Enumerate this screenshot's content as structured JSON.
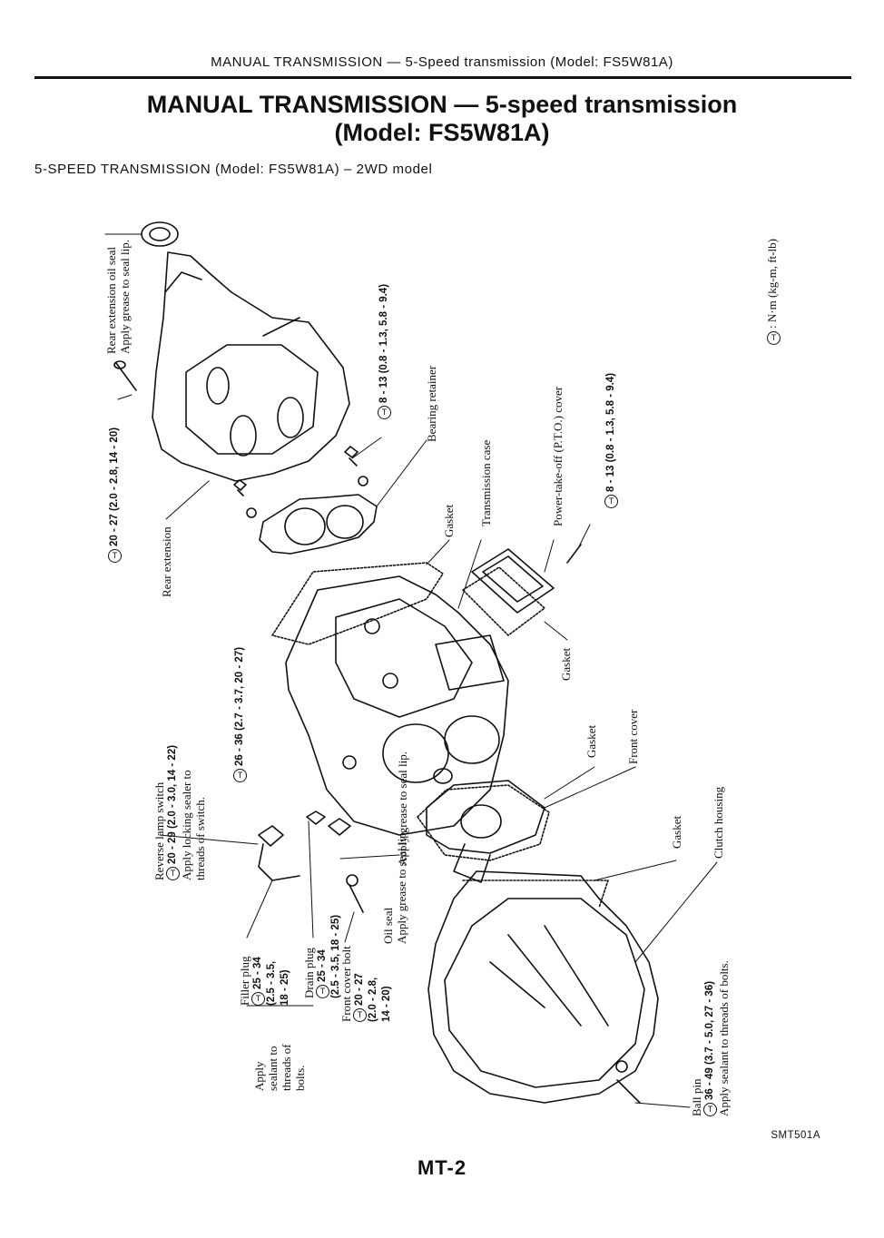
{
  "header": {
    "running_title": "MANUAL TRANSMISSION — 5-Speed transmission (Model: FS5W81A)"
  },
  "title": {
    "line1": "MANUAL TRANSMISSION — 5-speed transmission",
    "line2": "(Model: FS5W81A)"
  },
  "subtitle": "5-SPEED TRANSMISSION (Model: FS5W81A) – 2WD model",
  "legend": {
    "symbol": "T",
    "text": ": N·m (kg-m, ft-lb)"
  },
  "labels": {
    "rear_ext_seal_1": "Rear extension oil seal",
    "rear_ext_seal_2": "Apply grease to seal lip.",
    "torque_rear_ext": "20 - 27 (2.0 - 2.8, 14 - 20)",
    "rear_extension": "Rear extension",
    "torque_bearing_retainer": "8 - 13 (0.8 - 1.3, 5.8 - 9.4)",
    "bearing_retainer": "Bearing retainer",
    "gasket_1": "Gasket",
    "transmission_case": "Transmission case",
    "pto_cover": "Power-take-off (P.T.O.) cover",
    "torque_pto": "8 - 13 (0.8 - 1.3, 5.8 - 9.4)",
    "gasket_2": "Gasket",
    "torque_case": "26 - 36 (2.7 - 3.7, 20 - 27)",
    "reverse_switch_1": "Reverse lamp switch",
    "reverse_switch_torque": "20 - 29 (2.0 - 3.0, 14 - 22)",
    "reverse_switch_2": "Apply locking sealer to",
    "reverse_switch_3": "threads of switch.",
    "oil_seal_front_1": "Apply grease to seal lip.",
    "gasket_3": "Gasket",
    "front_cover": "Front cover",
    "gasket_4": "Gasket",
    "clutch_housing": "Clutch housing",
    "filler_plug_1": "Filler plug",
    "filler_plug_2": "25 - 34",
    "filler_plug_3": "(2.5 - 3.5,",
    "filler_plug_4": "18 - 25)",
    "drain_plug_1": "Drain plug",
    "drain_plug_2": "25 - 34",
    "drain_plug_3": "(2.5 - 3.5, 18 - 25)",
    "front_cover_bolt_1": "Front cover bolt",
    "front_cover_bolt_2": "20 - 27",
    "front_cover_bolt_3": "(2.0 - 2.8,",
    "front_cover_bolt_4": "14 - 20)",
    "oil_seal_1": "Oil seal",
    "oil_seal_2": "Apply grease to seal lip.",
    "apply_sealant_1": "Apply",
    "apply_sealant_2": "sealant to",
    "apply_sealant_3": "threads of",
    "apply_sealant_4": "bolts.",
    "ball_pin_1": "Ball pin",
    "ball_pin_2": "36 - 49 (3.7 - 5.0, 27 - 36)",
    "ball_pin_3": "Apply sealant to threads of bolts."
  },
  "figure_code": "SMT501A",
  "page_number": "MT-2"
}
